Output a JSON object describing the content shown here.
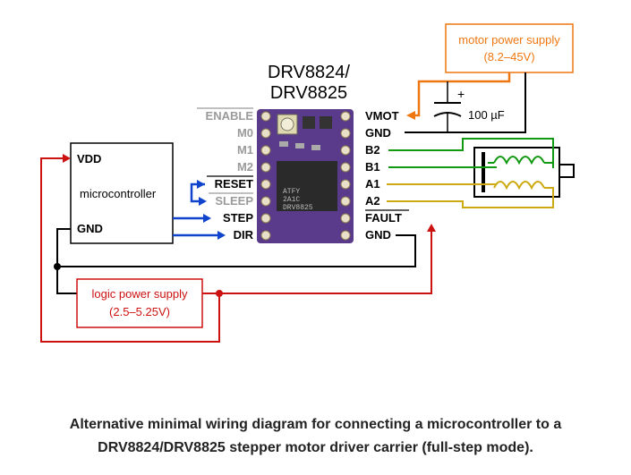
{
  "chip": {
    "title_line1": "DRV8824/",
    "title_line2": "DRV8825",
    "silk_1": "ATFY",
    "silk_2": "2A1C",
    "silk_3": "DRV8825"
  },
  "left_pins": [
    "ENABLE",
    "M0",
    "M1",
    "M2",
    "RESET",
    "SLEEP",
    "STEP",
    "DIR"
  ],
  "right_pins": [
    "VMOT",
    "GND",
    "B2",
    "B1",
    "A1",
    "A2",
    "FAULT",
    "GND"
  ],
  "microcontroller": {
    "label": "microcontroller",
    "vdd": "VDD",
    "gnd": "GND"
  },
  "motor_supply": {
    "line1": "motor power supply",
    "line2": "(8.2–45V)"
  },
  "logic_supply": {
    "line1": "logic power supply",
    "line2": "(2.5–5.25V)"
  },
  "capacitor": {
    "value": "100 µF",
    "polarity": "+"
  },
  "caption": {
    "line1": "Alternative minimal wiring diagram for connecting a microcontroller to a",
    "line2": "DRV8824/DRV8825 stepper motor driver carrier (full-step mode)."
  },
  "colors": {
    "red": "#cc1111",
    "orange": "#ee7711",
    "blue": "#1144cc",
    "green": "#119911",
    "yellow": "#ccaa11",
    "board": "#5a3a8a"
  }
}
